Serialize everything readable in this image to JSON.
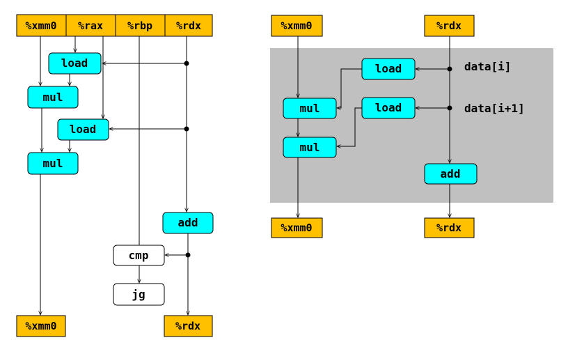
{
  "colors": {
    "register_fill": "#FFC000",
    "op_fill": "#00FFFF",
    "plain_fill": "#FFFFFF",
    "shaded_region": "#C0C0C0",
    "line": "#000000"
  },
  "left": {
    "top_registers": [
      "%xmm0",
      "%rax",
      "%rbp",
      "%rdx"
    ],
    "ops": {
      "load1": "load",
      "mul1": "mul",
      "load2": "load",
      "mul2": "mul",
      "add": "add",
      "cmp": "cmp",
      "jg": "jg"
    },
    "bottom_registers": [
      "%xmm0",
      "%rdx"
    ]
  },
  "right": {
    "top_registers": [
      "%xmm0",
      "%rdx"
    ],
    "ops": {
      "load1": "load",
      "load2": "load",
      "mul1": "mul",
      "mul2": "mul",
      "add": "add"
    },
    "annotations": [
      "data[i]",
      "data[i+1]"
    ],
    "bottom_registers": [
      "%xmm0",
      "%rdx"
    ]
  }
}
